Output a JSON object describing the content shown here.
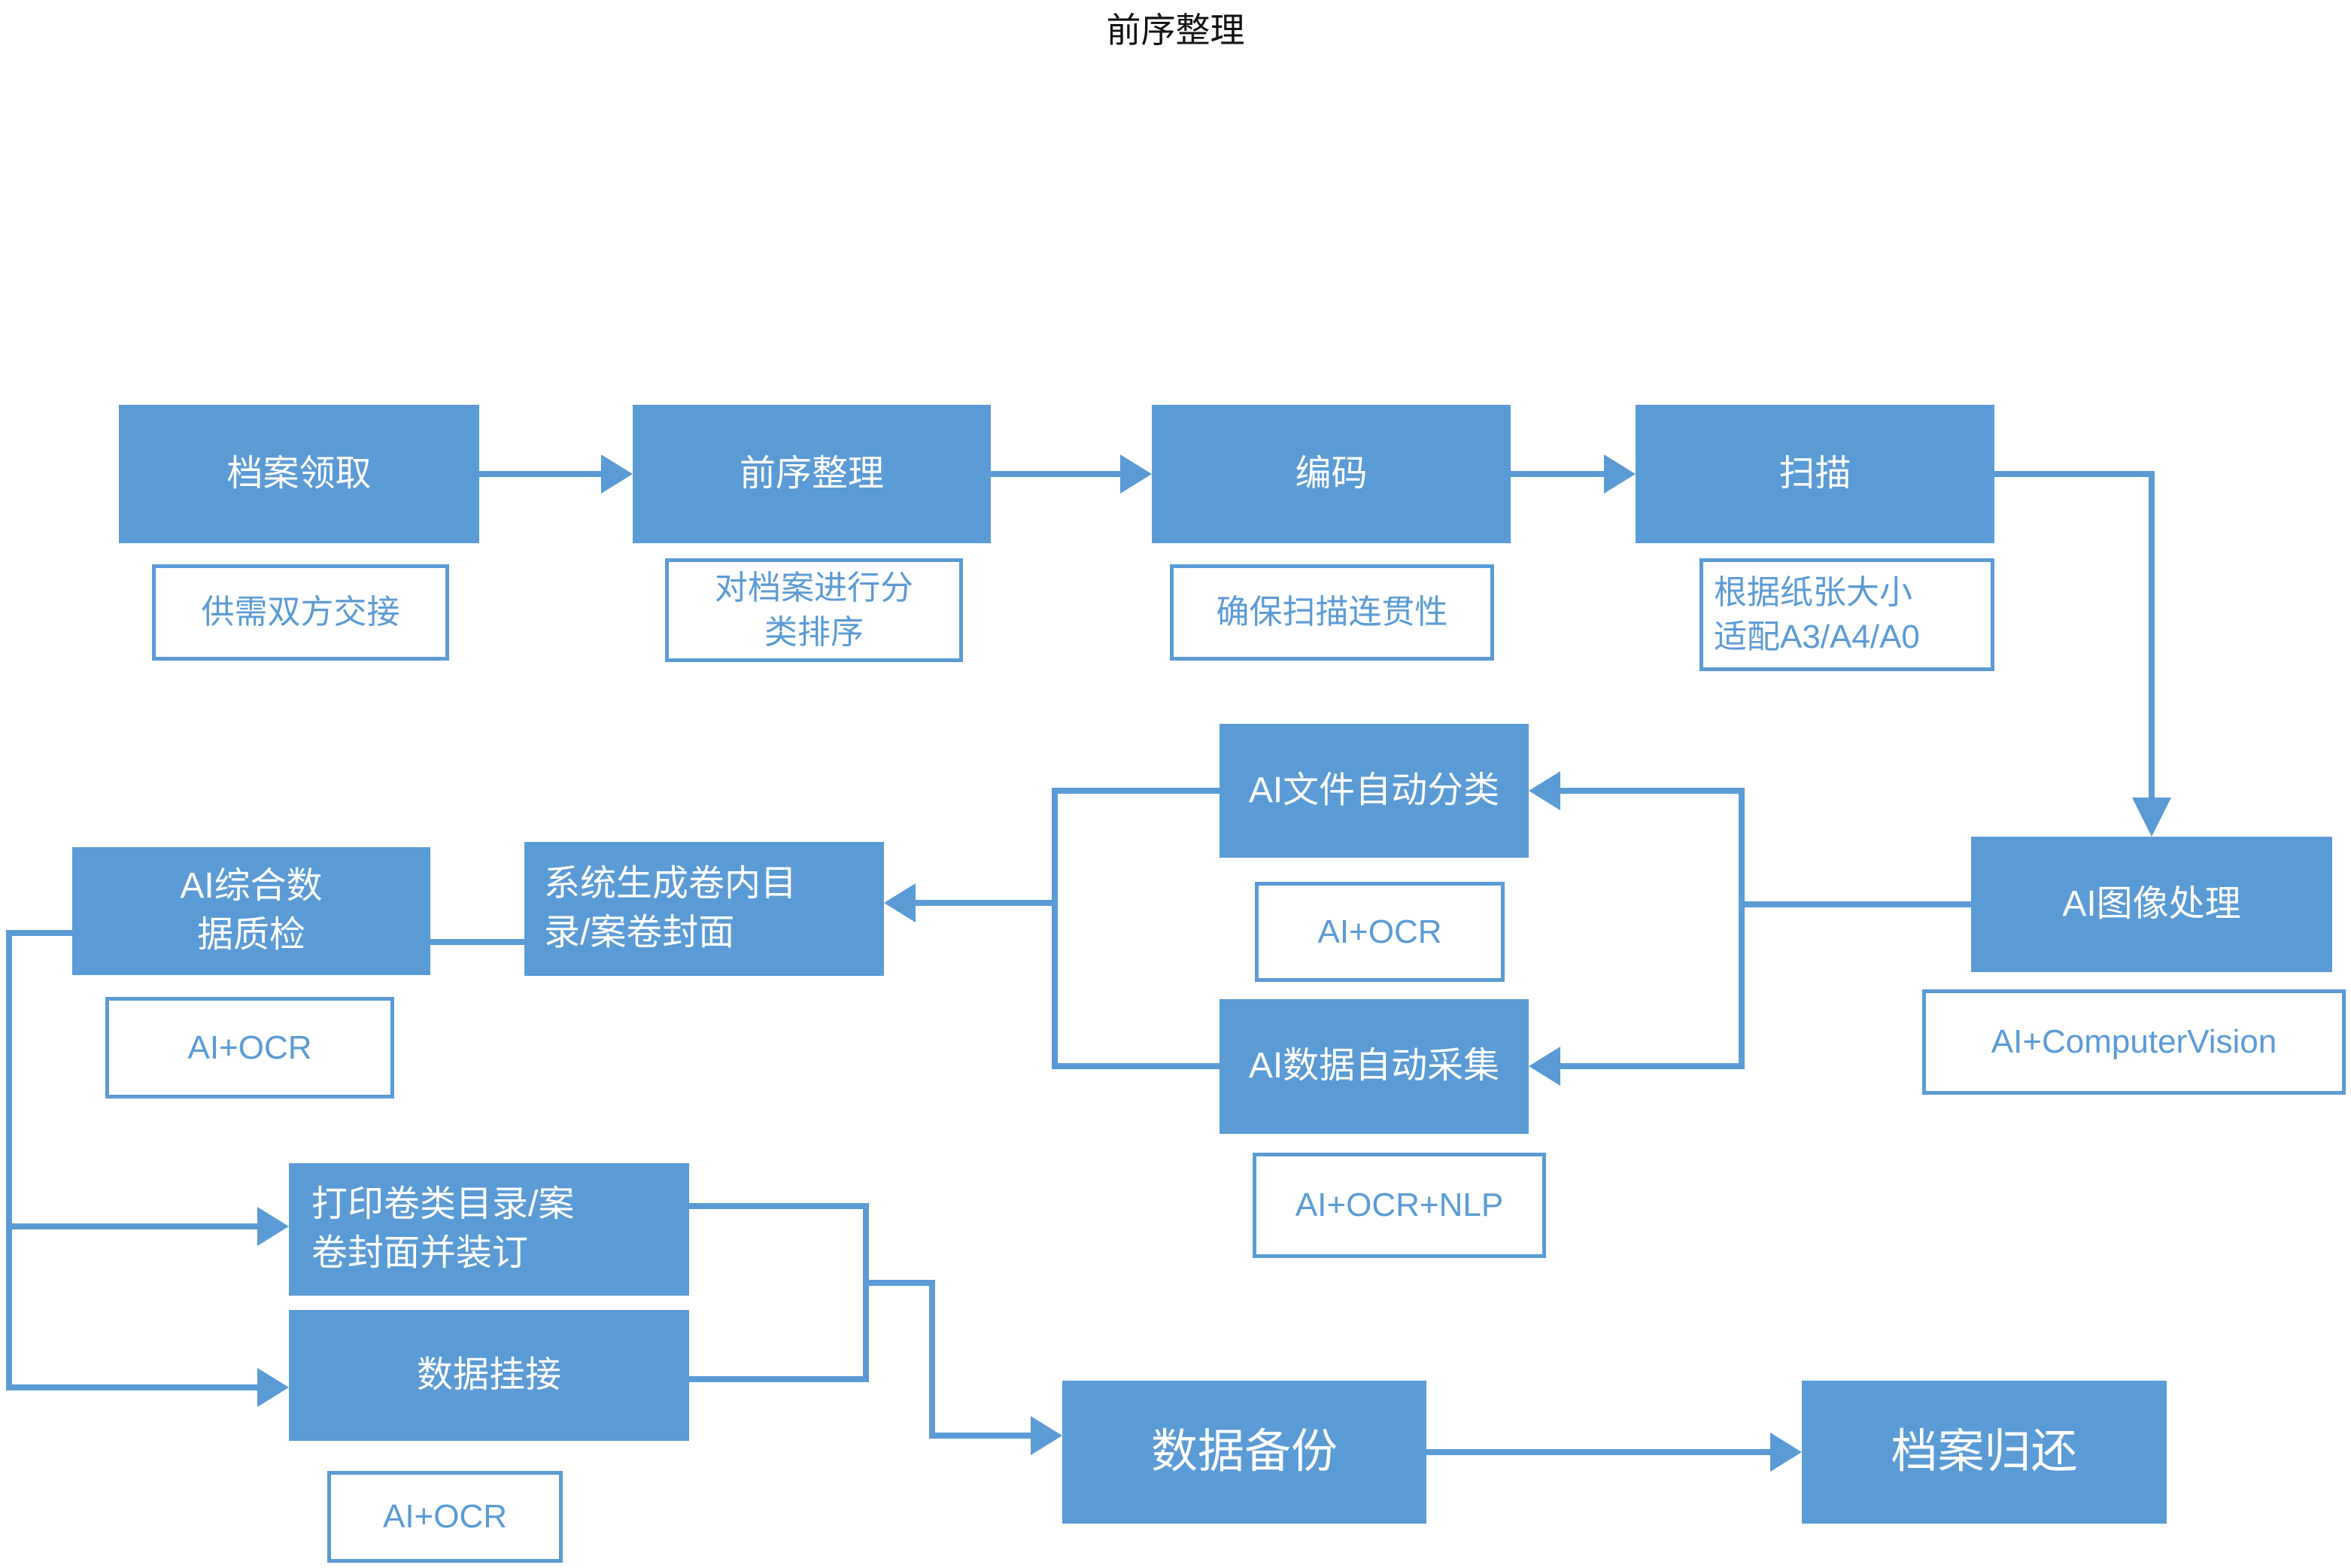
{
  "title": "前序整理",
  "colors": {
    "accent": "#5b9bd5",
    "text_on_accent": "#ffffff",
    "note_text": "#5b9bd5",
    "title_color": "#111111"
  },
  "flow": {
    "archive_pickup": {
      "label": "档案领取",
      "note": "供需双方交接"
    },
    "preprocess": {
      "label": "前序整理",
      "note": "对档案进行分\n类排序"
    },
    "encoding": {
      "label": "编码",
      "note": "确保扫描连贯性"
    },
    "scanning": {
      "label": "扫描",
      "note": "根据纸张大小\n适配A3/A4/A0"
    },
    "ai_image": {
      "label": "AI图像处理",
      "note": "AI+ComputerVision"
    },
    "ai_classify": {
      "label": "AI文件自动分类",
      "note": "AI+OCR"
    },
    "ai_collect": {
      "label": "AI数据自动采集",
      "note": "AI+OCR+NLP"
    },
    "sys_generate": {
      "label": "系统生成卷内目\n录/案卷封面"
    },
    "ai_quality": {
      "label": "AI综合数\n据质检",
      "note": "AI+OCR"
    },
    "print_bind": {
      "label": "打印卷类目录/案\n卷封面并装订"
    },
    "data_link": {
      "label": "数据挂接",
      "note": "AI+OCR"
    },
    "data_backup": {
      "label": "数据备份"
    },
    "archive_return": {
      "label": "档案归还"
    }
  }
}
